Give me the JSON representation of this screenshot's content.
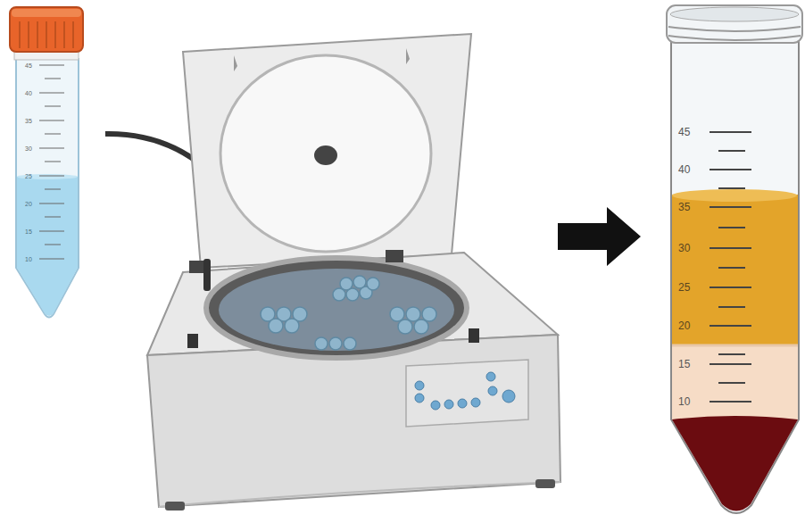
{
  "diagram": {
    "labels": [
      "45",
      "40",
      "35",
      "30",
      "25",
      "20",
      "15",
      "10",
      "45",
      "40",
      "35",
      "30",
      "25",
      "20",
      "15",
      "10"
    ]
  }
}
